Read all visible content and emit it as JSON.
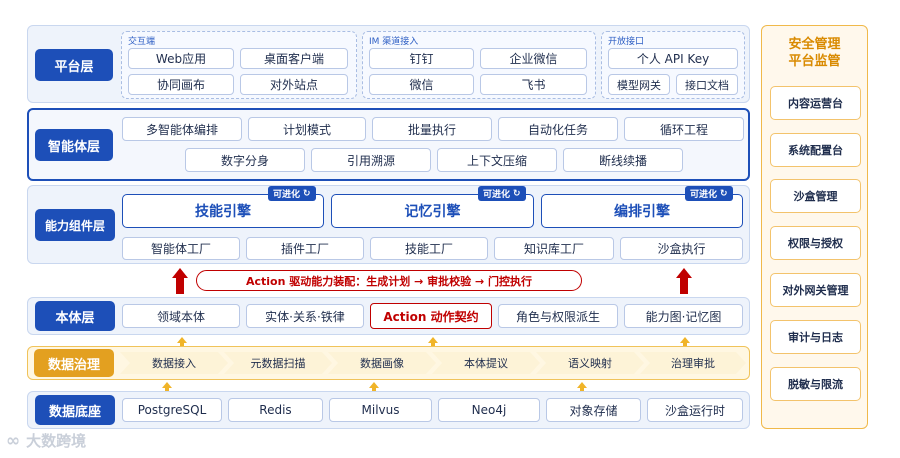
{
  "platform": {
    "label": "平台层",
    "groups": [
      {
        "title": "交互端",
        "items": [
          "Web应用",
          "桌面客户端",
          "协同画布",
          "对外站点"
        ]
      },
      {
        "title": "IM 渠道接入",
        "items": [
          "钉钉",
          "企业微信",
          "微信",
          "飞书"
        ]
      },
      {
        "title": "开放接口",
        "items": [
          "个人 API Key",
          "模型网关",
          "接口文档"
        ]
      }
    ]
  },
  "agent": {
    "label": "智能体层",
    "row1": [
      "多智能体编排",
      "计划模式",
      "批量执行",
      "自动化任务",
      "循环工程"
    ],
    "row2": [
      "数字分身",
      "引用溯源",
      "上下文压缩",
      "断线续播"
    ]
  },
  "capability": {
    "label": "能力组件层",
    "engines": [
      "技能引擎",
      "记忆引擎",
      "编排引擎"
    ],
    "evolvable_tag": "可进化",
    "evolvable_icon": "loop-icon",
    "components": [
      "智能体工厂",
      "插件工厂",
      "技能工厂",
      "知识库工厂",
      "沙盒执行"
    ]
  },
  "action_banner": "Action 驱动能力装配：生成计划 → 审批校验 → 门控执行",
  "ontology": {
    "label": "本体层",
    "items": [
      "领域本体",
      "实体·关系·铁律",
      "Action 动作契约",
      "角色与权限派生",
      "能力图·记忆图"
    ]
  },
  "governance": {
    "label": "数据治理",
    "steps": [
      "数据接入",
      "元数据扫描",
      "数据画像",
      "本体提议",
      "语义映射",
      "治理审批"
    ]
  },
  "base": {
    "label": "数据底座",
    "items": [
      "PostgreSQL",
      "Redis",
      "Milvus",
      "Neo4j",
      "对象存储",
      "沙盒运行时"
    ]
  },
  "side": {
    "title_line1": "安全管理",
    "title_line2": "平台监管",
    "items": [
      "内容运营台",
      "系统配置台",
      "沙盒管理",
      "权限与授权",
      "对外网关管理",
      "审计与日志",
      "脱敏与限流"
    ]
  },
  "watermark": "大数跨境",
  "colors": {
    "primary_blue": "#1d4fb8",
    "accent_red": "#c00000",
    "governance_gold": "#e3a020",
    "side_orange": "#f0b94a"
  }
}
